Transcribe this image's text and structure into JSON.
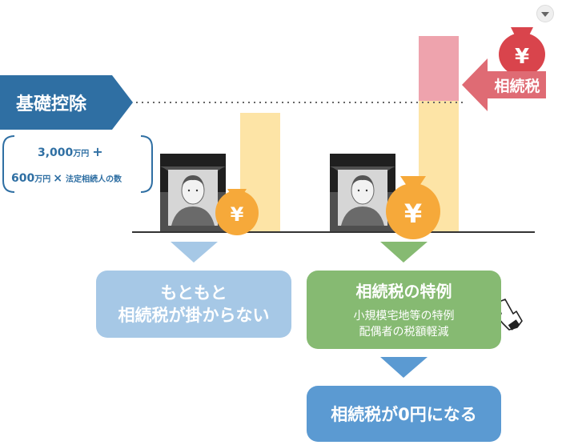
{
  "header": {
    "basic_deduction": "基礎控除"
  },
  "formula": {
    "line1_amount": "3,000",
    "line1_unit": "万円",
    "line1_op": "+",
    "line2_amount": "600",
    "line2_unit": "万円",
    "line2_op": "×",
    "line2_text": "法定相続人の数"
  },
  "tax_label": "相続税",
  "yen_symbol": "¥",
  "left_result": {
    "line1": "もともと",
    "line2": "相続税が掛からない"
  },
  "special_case": {
    "title": "相続税の特例",
    "line1": "小規模宅地等の特例",
    "line2": "配偶者の税額軽減"
  },
  "final_result": "相続税が0円になる",
  "colors": {
    "navy": "#2f6fa3",
    "light_blue": "#a6c8e6",
    "green": "#86ba72",
    "blue": "#5b9ad2",
    "yellow_bar": "#fde4a6",
    "pink_bar": "#eea3ad",
    "red_arrow": "#df6b74",
    "orange_bag": "#f6a93a",
    "red_bag": "#d9444c"
  }
}
